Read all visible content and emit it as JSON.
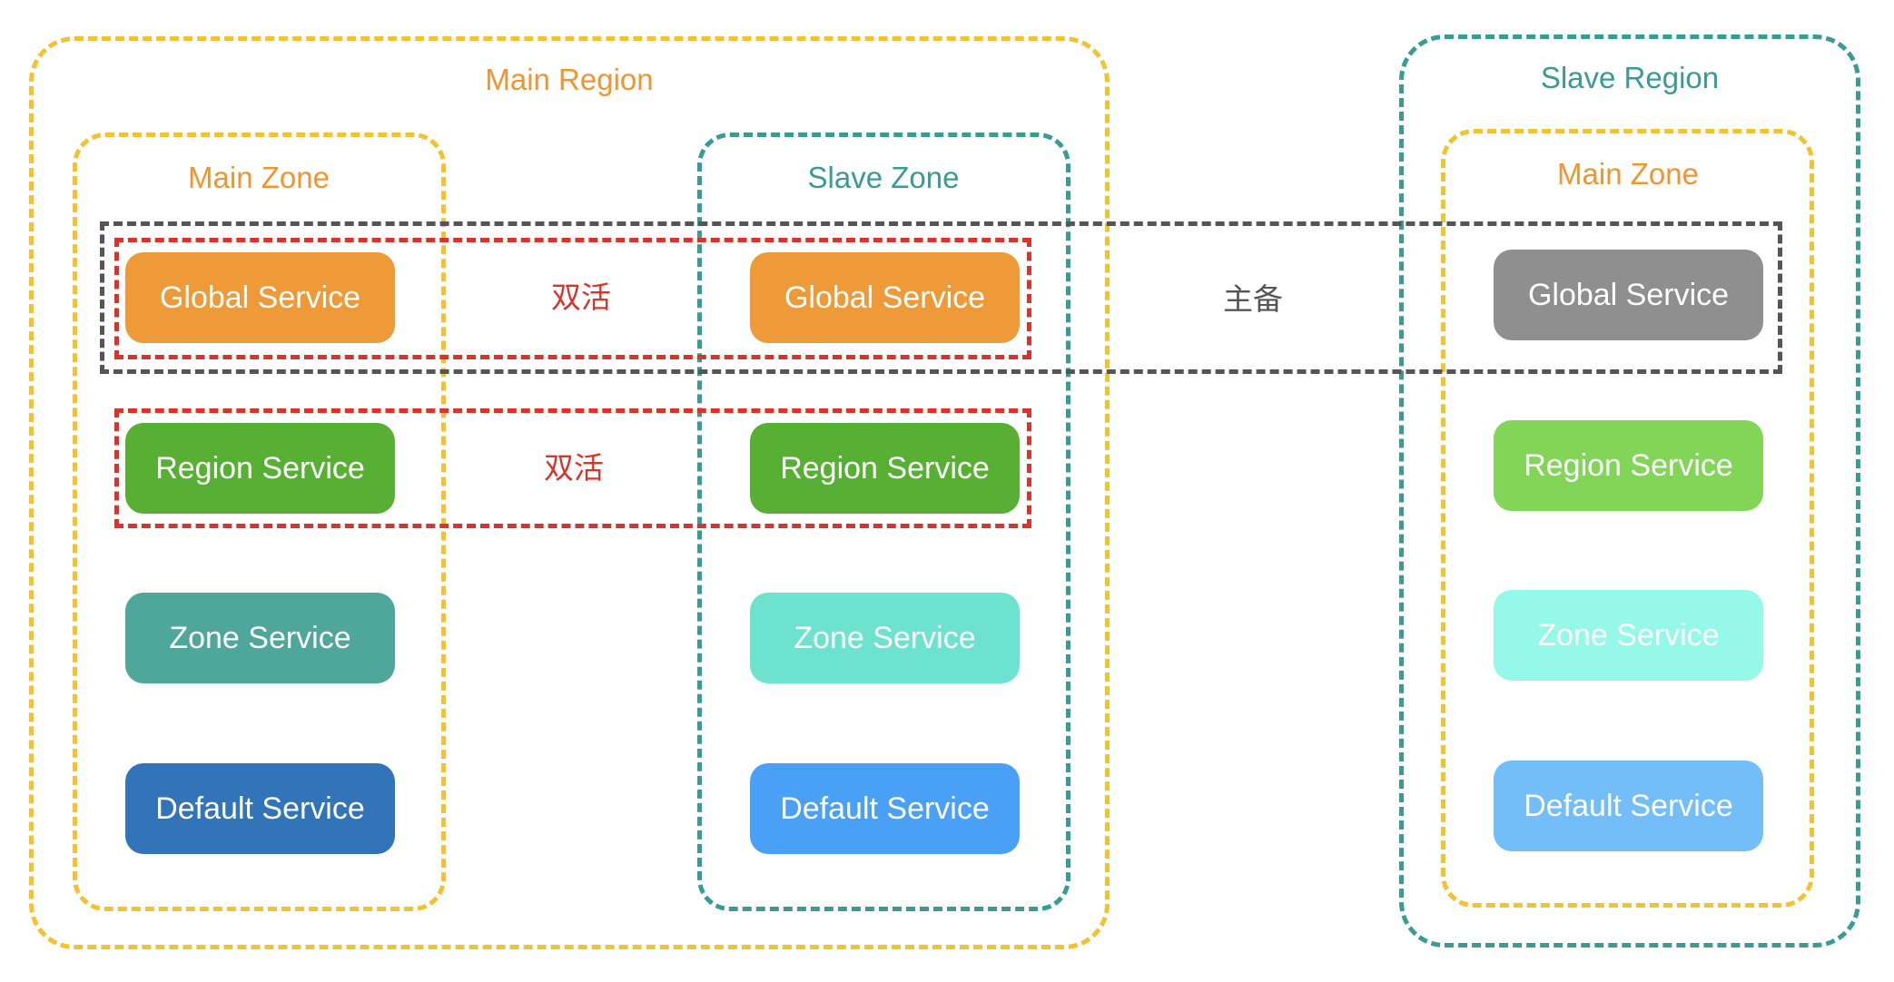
{
  "main_region": {
    "title": "Main Region",
    "main_zone": {
      "title": "Main Zone",
      "services": [
        {
          "label": "Global Service",
          "color": "#ef9a38"
        },
        {
          "label": "Region Service",
          "color": "#57b033"
        },
        {
          "label": "Zone Service",
          "color": "#4fa79c"
        },
        {
          "label": "Default Service",
          "color": "#3274b8"
        }
      ]
    },
    "slave_zone": {
      "title": "Slave Zone",
      "services": [
        {
          "label": "Global Service",
          "color": "#ef9a38"
        },
        {
          "label": "Region Service",
          "color": "#57b033"
        },
        {
          "label": "Zone Service",
          "color": "#6de3cf"
        },
        {
          "label": "Default Service",
          "color": "#4aa0f5"
        }
      ]
    }
  },
  "slave_region": {
    "title": "Slave Region",
    "main_zone": {
      "title": "Main Zone",
      "services": [
        {
          "label": "Global Service",
          "color": "#8f8f8f"
        },
        {
          "label": "Region Service",
          "color": "#82d556"
        },
        {
          "label": "Zone Service",
          "color": "#96f8e8"
        },
        {
          "label": "Default Service",
          "color": "#73bdf8"
        }
      ]
    }
  },
  "relations": {
    "global_active_active": "双活",
    "region_active_active": "双活",
    "global_primary_standby": "主备"
  }
}
